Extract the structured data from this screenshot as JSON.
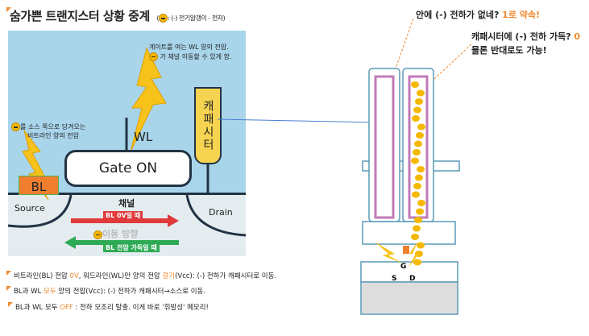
{
  "title": "숨가쁜 트랜지스터 상황 중계",
  "legend": ": (-) 전기알갱이 - 전자)",
  "legend_open": "(",
  "panel": {
    "wl_note_1": "게이트를 여는 WL 양의 전압.",
    "wl_note_2": "가 채널 이동할 수 있게 함.",
    "bl_note_1": "를 소스 쪽으로 당겨오는",
    "bl_note_2": "비트라인 양의 전압",
    "wl": "WL",
    "gate": "Gate ON",
    "capacitor": "캐패시터",
    "bl": "BL",
    "source": "Source",
    "drain": "Drain",
    "channel": "채널",
    "red_tag": "BL 0V일 때",
    "direction": "이동 방향",
    "green_tag": "BL 전압 가득일 때"
  },
  "bullets": [
    {
      "a": "비트라인(BL) 전압 ",
      "b": "0V",
      "c": ", 워드라인(WL)만 양의 전압 ",
      "d": "걸기",
      "e": "(Vcc): (-) 전하가 캐패시터로 이동."
    },
    {
      "a": "BL과 WL ",
      "b": "모두",
      "c": " 양의 전압(Vcc): (-) 전하가 캐패시터→소스로 이동."
    },
    {
      "a": "BL과 WL 모두 ",
      "b": "OFF",
      "c": " : 전하 모조리 탈출.  이게 바로 '휘발성' 메모리!"
    }
  ],
  "notes": {
    "empty": "안에 (-) 전하가 없네? ",
    "empty_accent": "1로 약속!",
    "full": "캐패시터에 (-) 전하 가득? ",
    "full_accent": "0",
    "full_2": "물론 반대로도 가능!"
  },
  "diagram": {
    "g": "G",
    "s": "S",
    "d": "D"
  },
  "colors": {
    "accent": "#f08a30",
    "panel": "#a9d5eb",
    "red": "#e03a3a",
    "green": "#2eaa55"
  }
}
